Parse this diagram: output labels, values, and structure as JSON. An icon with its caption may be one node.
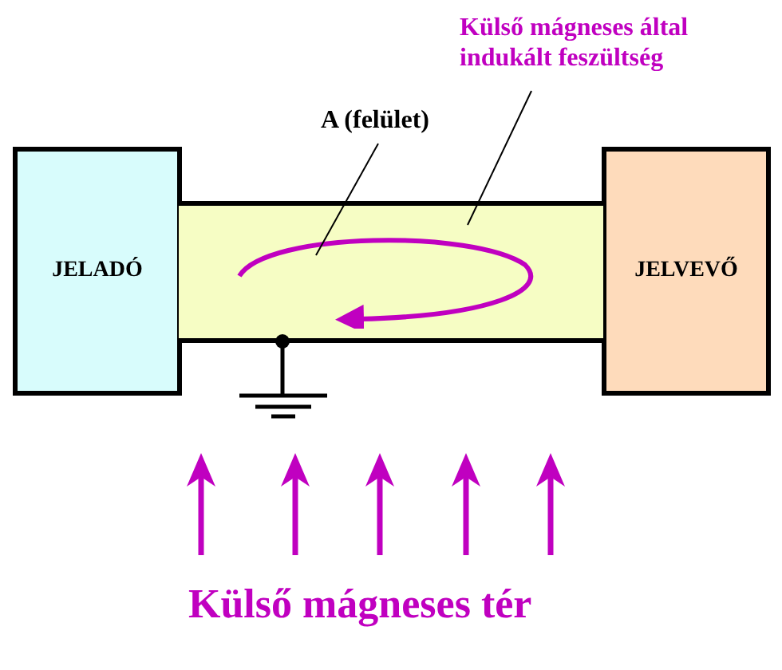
{
  "diagram": {
    "nodes": [
      {
        "text": [
          "JELADÓ"
        ]
      },
      {
        "text": [
          "JELVEVŐ"
        ]
      },
      {
        "text": [],
        "shape": "bar"
      },
      {
        "text": [
          "A (felület)"
        ]
      },
      {
        "text": [
          "Külső mágneses által indukált feszültség"
        ]
      },
      {
        "text": [],
        "shape": "loop",
        "in": 2
      }
    ],
    "edges": [
      {
        "from": 3,
        "to": 2,
        "arrow": "none"
      },
      {
        "from": 4,
        "to": 5,
        "arrow": "none"
      }
    ],
    "labels": [
      "Külső mágneses tér"
    ]
  }
}
